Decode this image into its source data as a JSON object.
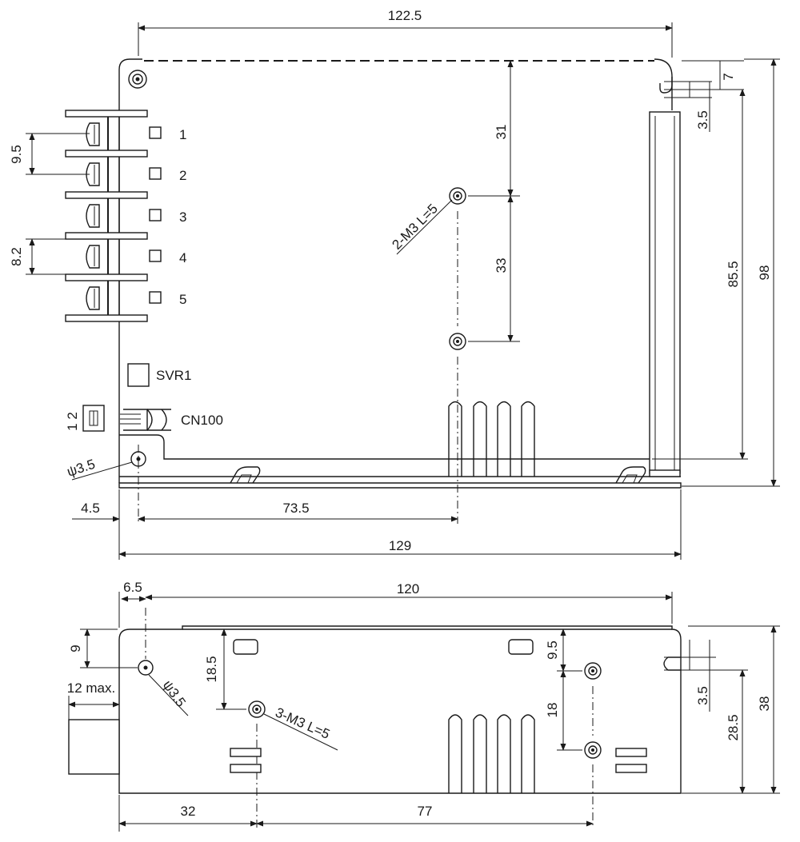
{
  "top_view": {
    "terminals": [
      {
        "label": "1"
      },
      {
        "label": "2"
      },
      {
        "label": "3"
      },
      {
        "label": "4"
      },
      {
        "label": "5"
      }
    ],
    "components": {
      "svr": "SVR1",
      "connector": "CN100",
      "connector_pins": "1 2"
    },
    "dimensions": {
      "top_width": "122.5",
      "overall_width": "129",
      "hole_offset_x": "4.5",
      "mount_x": "73.5",
      "terminal_pitch": "9.5",
      "terminal_gap": "8.2",
      "slot_top": "7",
      "slot_width": "3.5",
      "mount_top": "31",
      "mount_spacing": "33",
      "heatsink_height": "85.5",
      "overall_height": "98"
    },
    "callouts": {
      "mount_holes": "2-M3 L=5",
      "hole_dia": "ψ3.5"
    }
  },
  "side_view": {
    "dimensions": {
      "hole_offset_x": "6.5",
      "width": "120",
      "hole_top": "9",
      "terminal_protrusion": "12 max.",
      "mount_height": "18.5",
      "right_hole_top": "9.5",
      "right_hole_spacing": "18",
      "slot_width": "3.5",
      "slot_height": "28.5",
      "overall_height": "38",
      "mount_x_left": "32",
      "mount_x_right": "77"
    },
    "callouts": {
      "mount_holes": "3-M3 L=5",
      "hole_dia": "ψ3.5"
    }
  }
}
